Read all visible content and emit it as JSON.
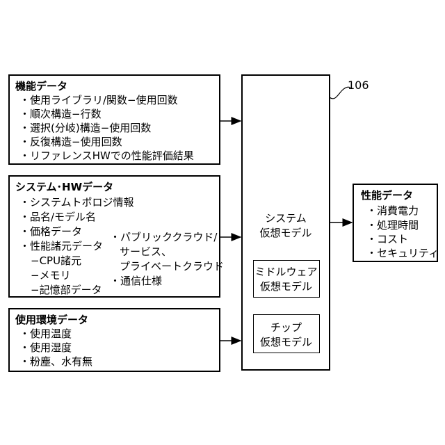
{
  "func_data": {
    "title": "機能データ",
    "items": [
      "・使用ライブラリ/関数−使用回数",
      "・順次構造−行数",
      "・選択(分岐)構造−使用回数",
      "・反復構造−使用回数",
      "・リファレンスHWでの性能評価結果"
    ]
  },
  "system_hw": {
    "title": "システム･HWデータ",
    "left_items": [
      "・システムトポロジ情報",
      "・品名/モデル名",
      "・価格データ",
      "・性能諸元データ",
      "−CPU諸元",
      "−メモリ",
      "−記憶部データ"
    ],
    "right_items": [
      "・パブリッククラウド/",
      "サービス、",
      "プライベートクラウド",
      "・通信仕様"
    ]
  },
  "env_data": {
    "title": "使用環境データ",
    "items": [
      "・使用温度",
      "・使用湿度",
      "・粉塵、水有無"
    ]
  },
  "system_model": {
    "ref": "106",
    "label_line1": "システム",
    "label_line2": "仮想モデル",
    "middleware_line1": "ミドルウェア",
    "middleware_line2": "仮想モデル",
    "chip_line1": "チップ",
    "chip_line2": "仮想モデル"
  },
  "perf_data": {
    "title": "性能データ",
    "items": [
      "・消費電力",
      "・処理時間",
      "・コスト",
      "・セキュリティ"
    ]
  }
}
